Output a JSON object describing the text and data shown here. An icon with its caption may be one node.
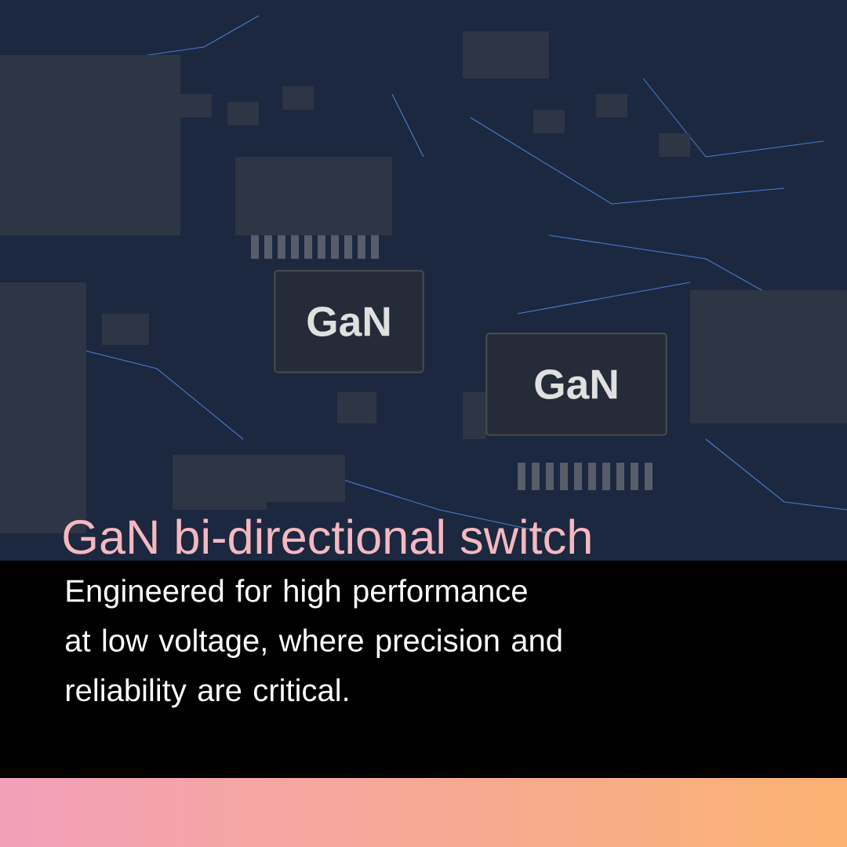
{
  "diagram": {
    "title": "GaN bi-directional switch",
    "nodes": [
      {
        "text": [
          "GaN"
        ]
      },
      {
        "text": [
          "GaN"
        ]
      }
    ],
    "labels": [
      "Engineered for high performance at low voltage, where precision and reliability are critical."
    ]
  }
}
